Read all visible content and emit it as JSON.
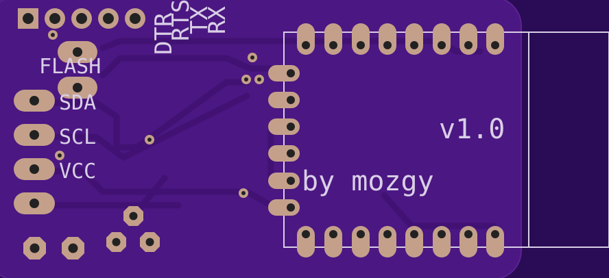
{
  "board": {
    "board_color": "#4b1782",
    "trace_color": "#3a0f6a",
    "pad_color": "#c4a08a",
    "silkscreen_color": "#d9cfe6",
    "background_color": "#2a0b55"
  },
  "labels": {
    "flash": "FLASH",
    "sda": "SDA",
    "scl": "SCL",
    "vcc": "VCC",
    "version": "v1.0",
    "author": "by mozgy",
    "header_col_1": "DTR",
    "header_col_2": "RTS",
    "header_col_3": "TX",
    "header_col_4": "RX"
  }
}
